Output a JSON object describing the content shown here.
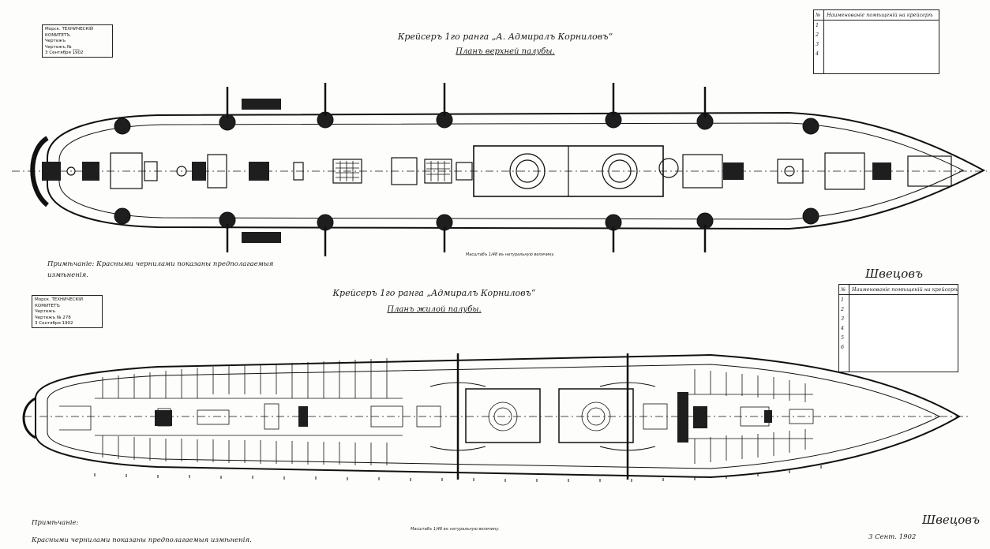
{
  "upper_plan": {
    "title": "Крейсеръ 1го ранга „А. Адмиралъ Корниловъ“",
    "subtitle": "Планъ верхней палубы.",
    "note": "Примѣчаніе: Красными чернилами показаны предполагаемыя измѣненія.",
    "scale": "Масштабъ 1/48 въ натуральную величину.",
    "stamp": [
      "Морск. ТЕХНИЧЕСКІЙ КОМИТЕТЪ",
      "Чертежъ",
      "Чертежъ № ___",
      "3 Сентября 1902"
    ],
    "legend": {
      "heading": "Наименованіе помѣщеній на крейсерѣ",
      "items": [
        "1",
        "2",
        "3",
        "4"
      ]
    },
    "signature": "Швецовъ"
  },
  "lower_plan": {
    "title": "Крейсеръ 1го ранга „Адмиралъ Корниловъ“",
    "subtitle": "Планъ жилой палубы.",
    "note_label": "Примѣчаніе:",
    "note": "Красными чернилами показаны предполагаемыя измѣненія.",
    "scale": "Масштабъ 1/48 въ натуральную величину.",
    "stamp": [
      "Морск. ТЕХНИЧЕСКІЙ КОМИТЕТЪ",
      "Чертежъ",
      "Чертежъ № 278",
      "3 Сентября 1902"
    ],
    "legend": {
      "heading": "Наименованіе помѣщеній на крейсерѣ",
      "items": [
        "1",
        "2",
        "3",
        "4",
        "5",
        "6"
      ]
    },
    "signature": "Швецовъ",
    "date": "3 Сент. 1902"
  },
  "colors": {
    "ink": "#111111",
    "paper": "#fdfdfb",
    "dark_fill": "#1e1e1e"
  }
}
